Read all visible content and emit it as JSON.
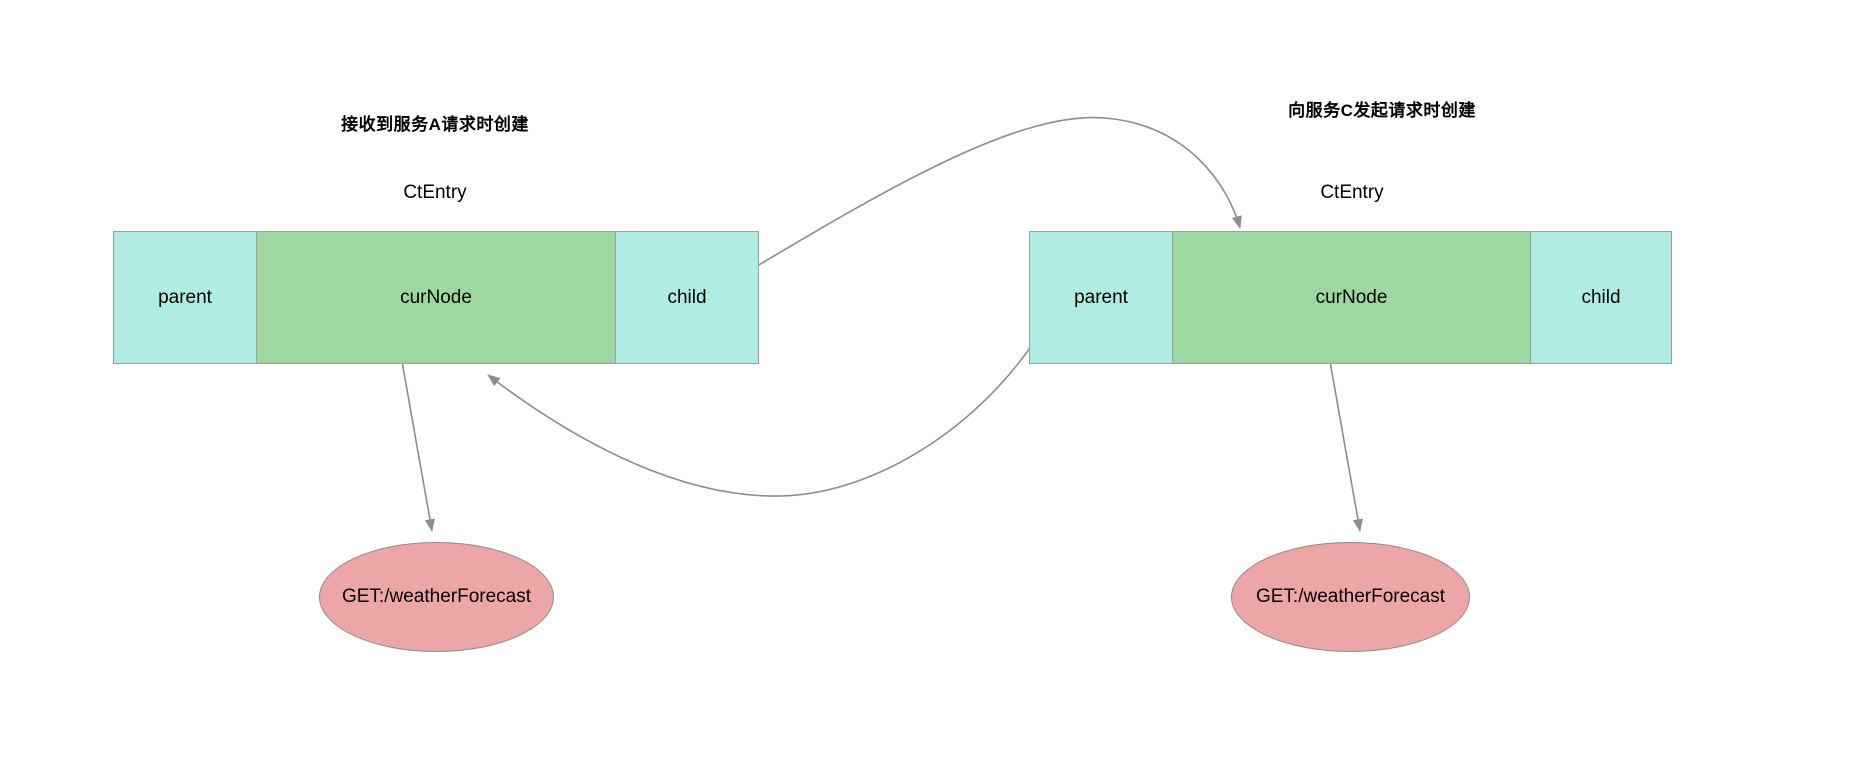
{
  "diagram": {
    "title_left": "接收到服务A请求时创建",
    "title_right": "向服务C发起请求时创建",
    "entry_label_left": "CtEntry",
    "entry_label_right": "CtEntry",
    "left_entry": {
      "cells": [
        {
          "label": "parent",
          "role": "parent"
        },
        {
          "label": "curNode",
          "role": "curnode"
        },
        {
          "label": "child",
          "role": "child"
        }
      ]
    },
    "right_entry": {
      "cells": [
        {
          "label": "parent",
          "role": "parent"
        },
        {
          "label": "curNode",
          "role": "curnode"
        },
        {
          "label": "child",
          "role": "child"
        }
      ]
    },
    "resource_left": "GET:/weatherForecast",
    "resource_right": "GET:/weatherForecast",
    "colors": {
      "parent_cell": "#b0ebe4",
      "curnode_cell": "#9ed8a0",
      "child_cell": "#b0ebe4",
      "resource_ellipse": "#eda6a6",
      "border": "#9aa0a6",
      "edge": "#8d8d8d",
      "background": "#ffffff",
      "text": "#000000"
    }
  }
}
